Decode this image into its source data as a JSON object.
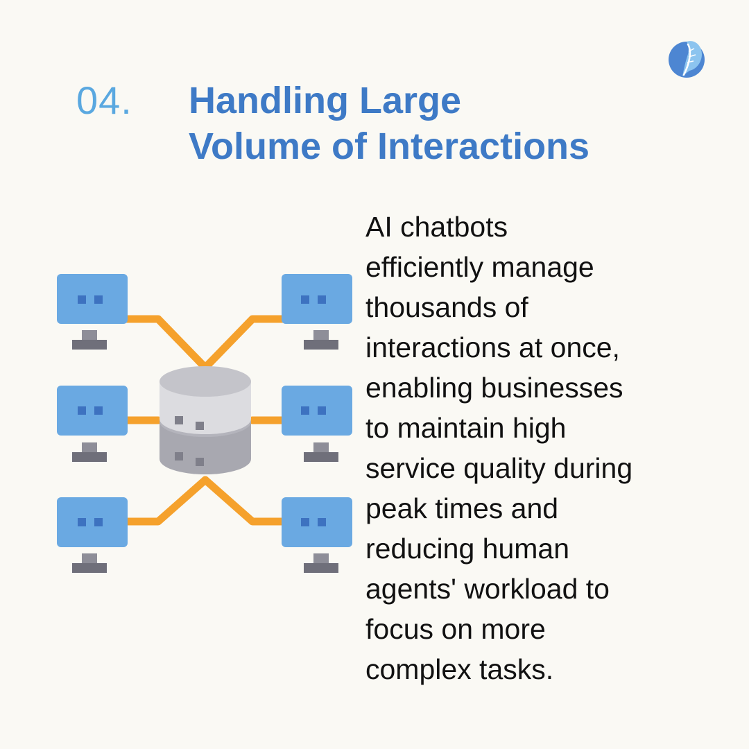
{
  "header": {
    "number": "04.",
    "title_line1": "Handling Large",
    "title_line2": "Volume of Interactions"
  },
  "body": {
    "text": "AI chatbots\nefficiently manage\nthousands of\ninteractions at once,\nenabling businesses\nto maintain high\nservice quality during\npeak times and\nreducing human\nagents' workload to\nfocus on more\ncomplex tasks."
  },
  "icons": {
    "logo": "feather-logo-icon",
    "illustration": "server-network-icon"
  },
  "colors": {
    "background": "#faf9f4",
    "number": "#5aa8e0",
    "title": "#3e7ac6",
    "monitor": "#6aa9e2",
    "connector": "#f5a12c",
    "database": "#c4c4c8"
  }
}
